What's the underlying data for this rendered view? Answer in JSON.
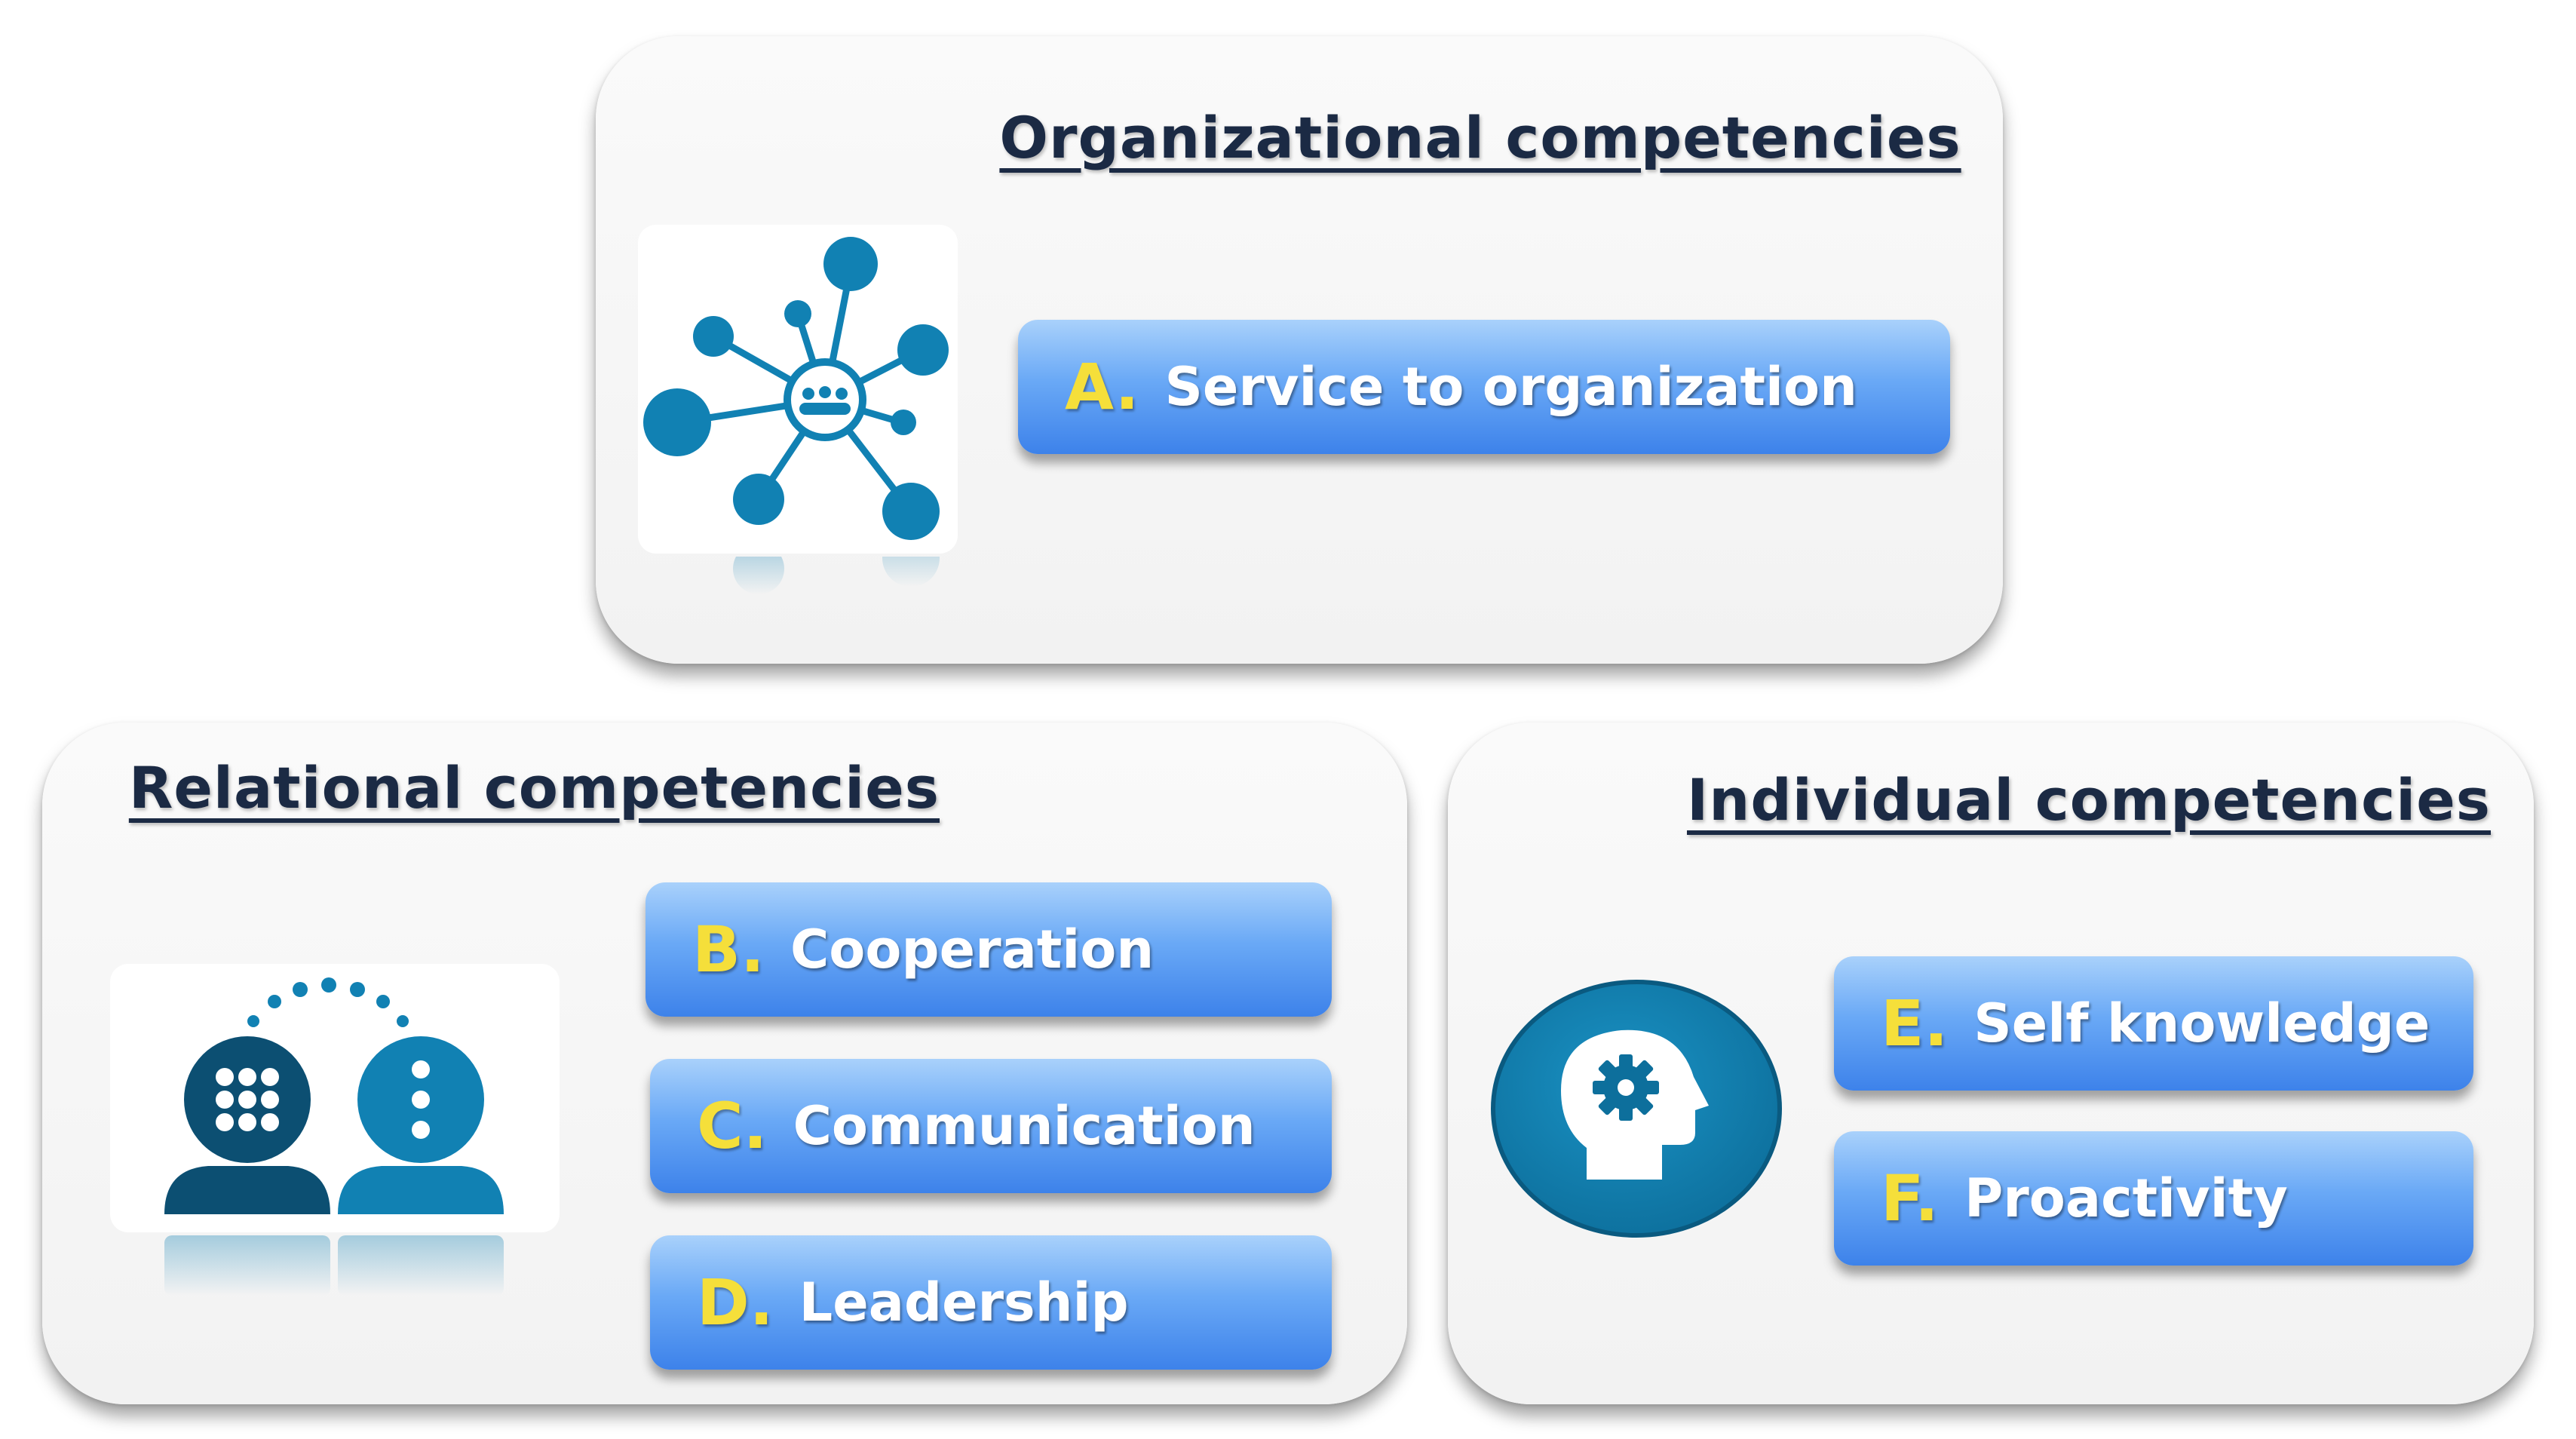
{
  "organizational": {
    "title": "Organizational competencies",
    "items": [
      {
        "letter": "A.",
        "label": "Service to organization"
      }
    ]
  },
  "relational": {
    "title": "Relational competencies",
    "items": [
      {
        "letter": "B.",
        "label": "Cooperation"
      },
      {
        "letter": "C.",
        "label": "Communication"
      },
      {
        "letter": "D.",
        "label": "Leadership"
      }
    ]
  },
  "individual": {
    "title": "Individual competencies",
    "items": [
      {
        "letter": "E.",
        "label": "Self knowledge"
      },
      {
        "letter": "F.",
        "label": "Proactivity"
      }
    ]
  },
  "icons": {
    "organizational": "network-icon",
    "relational": "people-talking-icon",
    "individual": "head-gear-icon"
  },
  "colors": {
    "title_text": "#1b2a44",
    "pill_top": "#a9d1fb",
    "pill_bottom": "#3d82ea",
    "letter": "#f5df3a",
    "label": "#ffffff",
    "icon_primary": "#1181b3",
    "icon_dark": "#0c4f72"
  }
}
